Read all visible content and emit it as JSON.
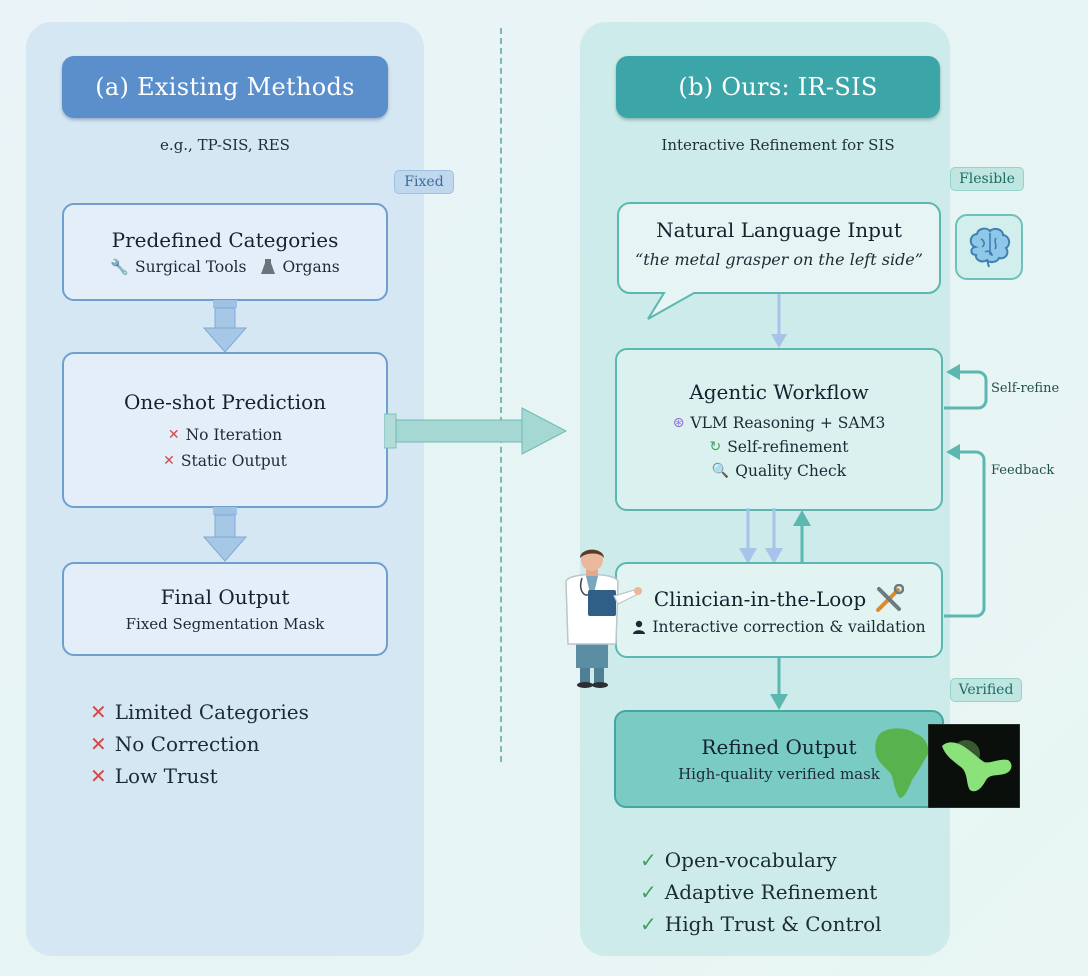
{
  "left": {
    "header": "(a) Existing Methods",
    "subtitle": "e.g., TP-SIS, RES",
    "tag": "Fixed",
    "box1": {
      "title": "Predefined Categories",
      "item1": "Surgical Tools",
      "item2": "Organs"
    },
    "box2": {
      "title": "One-shot Prediction",
      "item1": "No Iteration",
      "item2": "Static Output"
    },
    "box3": {
      "title": "Final Output",
      "line": "Fixed Segmentation Mask"
    },
    "bullets": [
      "Limited Categories",
      "No Correction",
      "Low Trust"
    ]
  },
  "right": {
    "header": "(b) Ours: IR-SIS",
    "subtitle": "Interactive Refinement for SIS",
    "tag_flexible": "Flesible",
    "tag_verified": "Verified",
    "nl": {
      "title": "Natural Language Input",
      "quote": "“the metal grasper on the left side”"
    },
    "workflow": {
      "title": "Agentic Workflow",
      "item1": "VLM Reasoning + SAM3",
      "item2": "Self-refinement",
      "item3": "Quality Check"
    },
    "self_refine_label": "Self-refine",
    "feedback_label": "Feedback",
    "clinician": {
      "title": "Clinician-in-the-Loop",
      "line": "Interactive correction & vaildation"
    },
    "refined": {
      "title": "Refined Output",
      "line": "High-quality verified mask"
    },
    "bullets": [
      "Open-vocabulary",
      "Adaptive Refinement",
      "High Trust & Control"
    ]
  },
  "colors": {
    "left_accent": "#5b8fcb",
    "right_accent": "#3ca5a7",
    "cross": "#d14a4a",
    "check": "#3aa55a"
  },
  "icons": [
    "wrench-icon",
    "flask-icon",
    "cross-icon",
    "brain-icon",
    "vlm-icon",
    "refresh-icon",
    "magnifier-icon",
    "person-icon",
    "tools-icon",
    "doctor-figure",
    "mask-thumbnail",
    "check-icon"
  ]
}
